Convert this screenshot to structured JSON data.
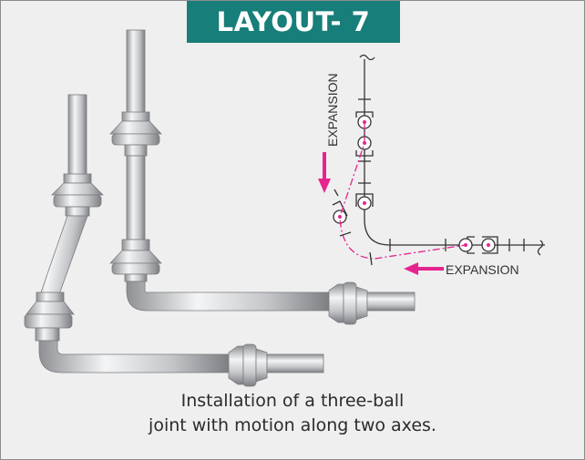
{
  "header": {
    "title": "LAYOUT- 7"
  },
  "diagram": {
    "label_vertical": "EXPANSION",
    "label_horizontal": "EXPANSION",
    "colors": {
      "title_bg": "#177e79",
      "arrow": "#e6248f",
      "pipe": "#c9cbcd",
      "line": "#333333"
    }
  },
  "caption": {
    "line1": "Installation of a three-ball",
    "line2": "joint with motion along two axes."
  }
}
